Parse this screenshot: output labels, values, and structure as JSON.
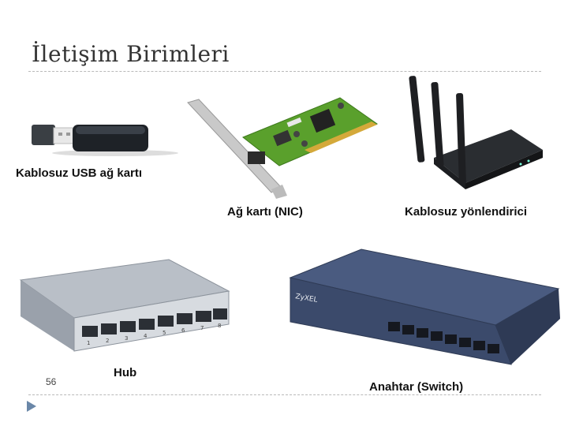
{
  "slide": {
    "title": "İletişim Birimleri",
    "page_number": "56"
  },
  "devices": {
    "usb_adapter": {
      "label": "Kablosuz USB ağ kartı"
    },
    "nic": {
      "label": "Ağ kartı (NIC)"
    },
    "router": {
      "label": "Kablosuz yönlendirici"
    },
    "hub": {
      "label": "Hub",
      "port_numbers": [
        "1",
        "2",
        "3",
        "4",
        "5",
        "6",
        "7",
        "8"
      ]
    },
    "switch": {
      "label": "Anahtar (Switch)",
      "brand": "ZyXEL"
    }
  },
  "colors": {
    "divider": "#b9b9b9",
    "bullet": "#6a87a8",
    "pcb_green": "#5aa02c",
    "switch_blue": "#3b4a6b"
  }
}
